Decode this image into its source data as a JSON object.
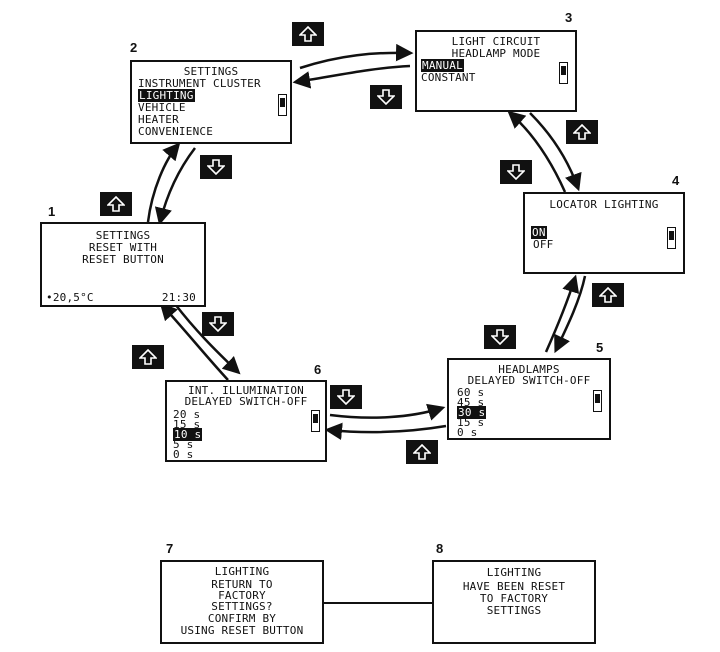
{
  "steps": {
    "s1": {
      "num": "1",
      "lines": [
        "SETTINGS",
        "RESET WITH",
        "RESET BUTTON"
      ],
      "temp": "•20,5°C",
      "time": "21:30"
    },
    "s2": {
      "num": "2",
      "title": "SETTINGS",
      "items": [
        "INSTRUMENT CLUSTER",
        "LIGHTING",
        "VEHICLE",
        "HEATER",
        "CONVENIENCE"
      ]
    },
    "s3": {
      "num": "3",
      "title": "LIGHT CIRCUIT",
      "subtitle": "HEADLAMP MODE",
      "items": [
        "MANUAL",
        "CONSTANT"
      ]
    },
    "s4": {
      "num": "4",
      "title": "LOCATOR LIGHTING",
      "items": [
        "ON",
        "OFF"
      ]
    },
    "s5": {
      "num": "5",
      "title": "HEADLAMPS",
      "subtitle": "DELAYED SWITCH-OFF",
      "items": [
        "60 s",
        "45 s",
        "30 s",
        "15 s",
        "0 s"
      ]
    },
    "s6": {
      "num": "6",
      "title": "INT. ILLUMINATION",
      "subtitle": "DELAYED SWITCH-OFF",
      "items": [
        "20 s",
        "15 s",
        "10 s",
        "5 s",
        "0 s"
      ]
    },
    "s7": {
      "num": "7",
      "lines": [
        "LIGHTING",
        "RETURN TO",
        "FACTORY",
        "SETTINGS?",
        "CONFIRM BY",
        "USING RESET BUTTON"
      ]
    },
    "s8": {
      "num": "8",
      "lines": [
        "LIGHTING",
        "HAVE BEEN RESET",
        "TO FACTORY",
        "SETTINGS"
      ]
    }
  },
  "keys": {
    "up": "up-arrow-key",
    "down": "down-arrow-key"
  },
  "colors": {
    "ink": "#111111",
    "paper": "#ffffff"
  }
}
